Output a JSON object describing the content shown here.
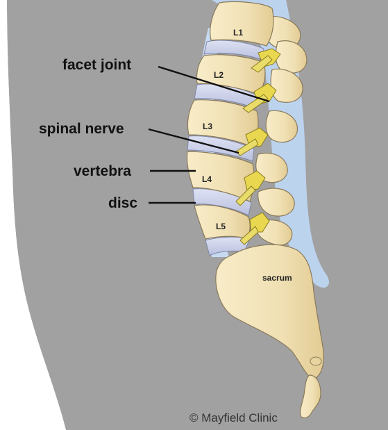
{
  "labels": {
    "facet_joint": "facet joint",
    "spinal_nerve": "spinal nerve",
    "vertebra": "vertebra",
    "disc": "disc",
    "sacrum": "sacrum"
  },
  "vertebrae": [
    "L1",
    "L2",
    "L3",
    "L4",
    "L5"
  ],
  "credit": "© Mayfield Clinic",
  "colors": {
    "body_silhouette": "#a1a1a1",
    "background": "#ffffff",
    "bone": "#f0e0b4",
    "bone_shadow": "#e3cc94",
    "disc": "#c9cfe8",
    "canal": "#bcd3ee",
    "nerve": "#e9d84f"
  }
}
